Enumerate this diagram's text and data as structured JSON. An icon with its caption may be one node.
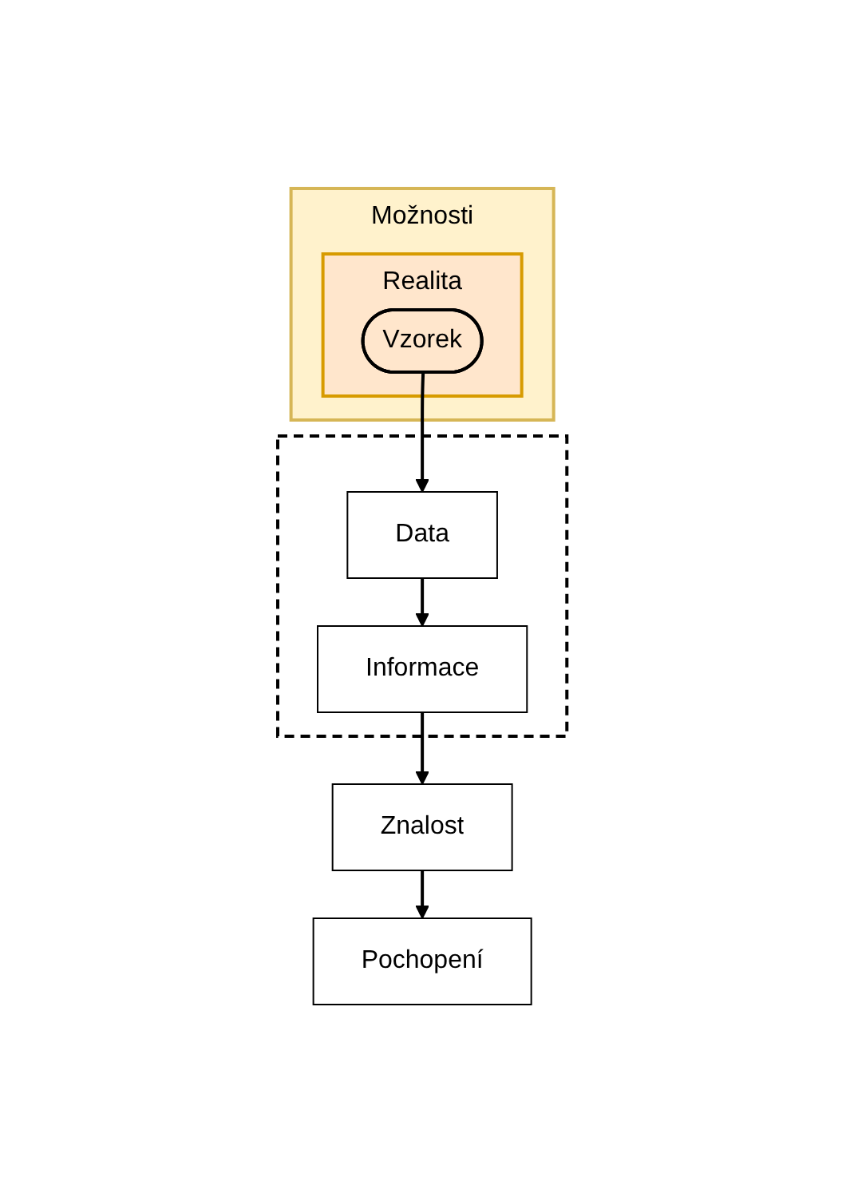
{
  "diagram": {
    "nodes": [
      {
        "text": [
          "Možnosti"
        ]
      },
      {
        "text": [
          "Realita"
        ],
        "in": 0
      },
      {
        "text": [
          "Vzorek"
        ],
        "in": 1
      },
      {
        "text": [],
        "shape": "box"
      },
      {
        "text": [
          "Data"
        ],
        "in": 3
      },
      {
        "text": [
          "Informace"
        ],
        "in": 3
      },
      {
        "text": [
          "Znalost"
        ]
      },
      {
        "text": [
          "Pochopení"
        ]
      }
    ],
    "edges": [
      {
        "from": 2,
        "to": 4,
        "arrow": "to"
      },
      {
        "from": 4,
        "to": 5,
        "arrow": "to"
      },
      {
        "from": 5,
        "to": 6,
        "arrow": "to"
      },
      {
        "from": 6,
        "to": 7,
        "arrow": "to"
      }
    ]
  }
}
